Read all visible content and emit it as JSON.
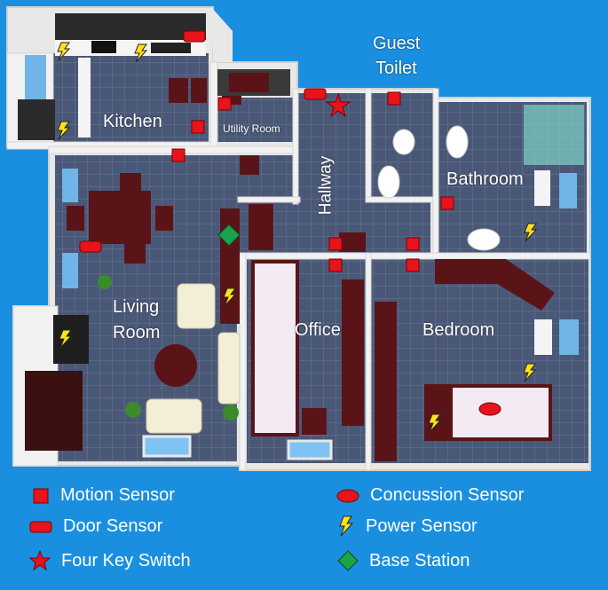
{
  "rooms": {
    "kitchen": "Kitchen",
    "utility_room": "Utility Room",
    "guest_toilet_line1": "Guest",
    "guest_toilet_line2": "Toilet",
    "hallway": "Hallway",
    "bathroom": "Bathroom",
    "living_room_line1": "Living",
    "living_room_line2": "Room",
    "office": "Office",
    "bedroom": "Bedroom"
  },
  "legend": {
    "motion_sensor": "Motion Sensor",
    "door_sensor": "Door Sensor",
    "four_key_switch": "Four Key Switch",
    "concussion_sensor": "Concussion Sensor",
    "power_sensor": "Power Sensor",
    "base_station": "Base Station"
  },
  "colors": {
    "background": "#1a8fe0",
    "sensor_red": "#e8131b",
    "power_yellow": "#ffe21a",
    "base_green": "#19a34a",
    "floor_tile": "#4a5877",
    "wall": "#e8e8e8",
    "furniture": "#5a1418"
  }
}
